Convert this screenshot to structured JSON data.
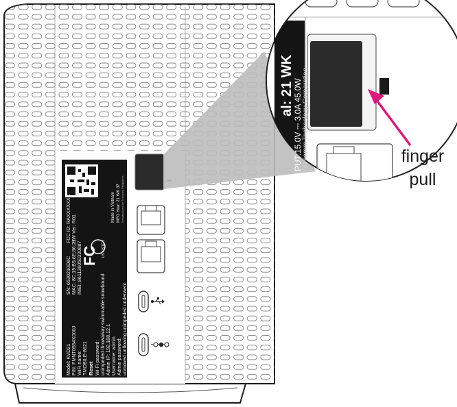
{
  "label": {
    "model": "Model: KVD21",
    "pn": "P/N: FMNT0554X000J",
    "wifi_name_label": "WiFi name:",
    "wifi_name_value": "TMOBILE-8621",
    "reset": "Reset",
    "wifi_password_label": "Wi-Fi password:",
    "wifi_password_value": "unimpeded throwaway swimmable snowbound",
    "admin_ip": "Admin IP: 192.168.12.1",
    "username": "Username: admin",
    "admin_password_label": "Admin password:",
    "admin_password_value": "unmoved unflowing unimpeded underwent",
    "sn": "SN: 6530210D6C",
    "mac": "MAC: 8C:19:B5:6E:86:21",
    "imei": "IMEI: 861136050330687",
    "fcc_id": "FCC ID: RAXXXXXXX",
    "hw_ver": "HW Ver: R01",
    "made_in": "Made in Vietnam",
    "mfg_year": "MFG Year: 21 WK 37",
    "fc_logo": "FC",
    "ul_mark": "US LISTED",
    "manufacturer_small": "Manufactured by Sercomm Philippines",
    "address_small": "No.8 Guangfu Rd., Hsinchu City 30071, Taiwan"
  },
  "zoom": {
    "power_rating": "al: 21 WK",
    "input": "PUT:15.0V ⎓ 3.0A 45.0W",
    "company": "Sercomm Technology Corporation",
    "address": "gfu Rd., Hsinchu City 30071, Taiwan"
  },
  "callout": {
    "line1": "finger",
    "line2": "pull"
  },
  "colors": {
    "arrow": "#e0167a",
    "label_bg": "#141414",
    "slot": "#2b2b2b"
  },
  "icons": {
    "usb": "usb-icon",
    "power": "dc-power-icon"
  }
}
